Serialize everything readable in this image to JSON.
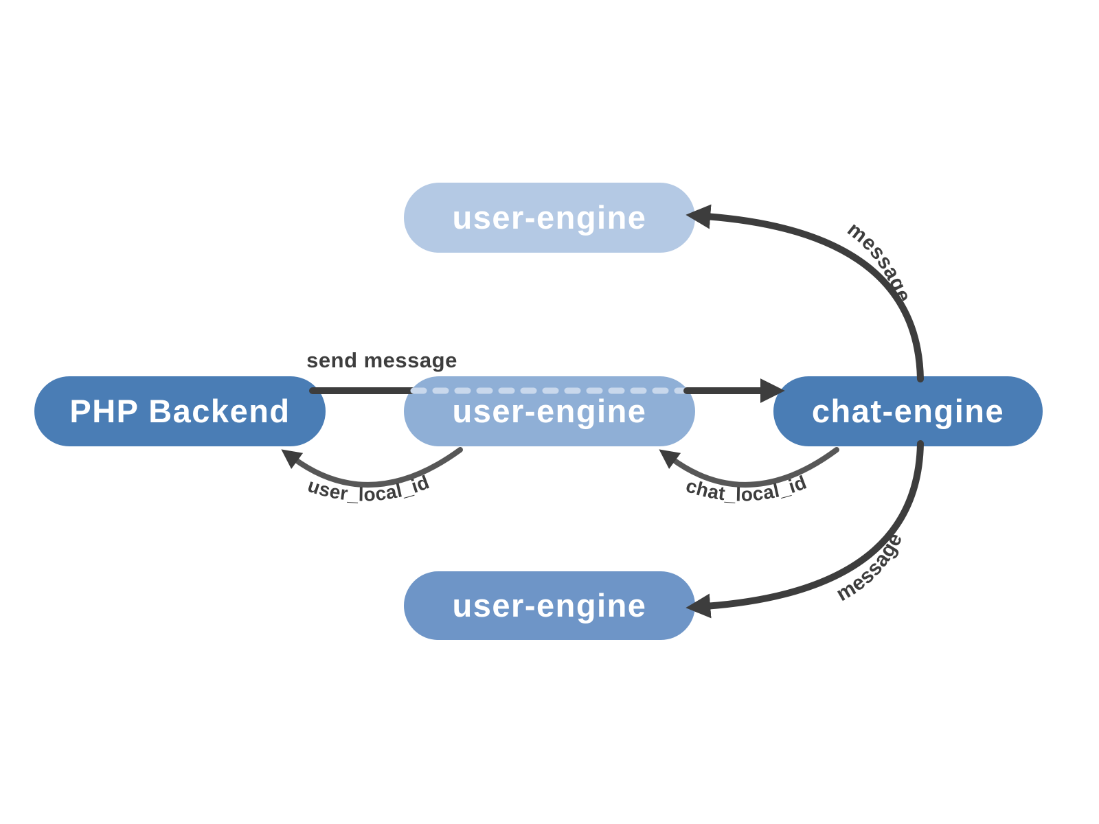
{
  "diagram": {
    "background": "#ffffff",
    "colors": {
      "arrow_dark": "#3d3d3d",
      "arrow_gray": "#575757",
      "edge_label": "#3d3d3d",
      "node_text": "#ffffff",
      "passthrough_dash": "#c9d8ec"
    },
    "nodes": {
      "php_backend": {
        "label": "PHP Backend",
        "color": "#4a7db5"
      },
      "user_engine_top": {
        "label": "user-engine",
        "color": "#b4c9e4"
      },
      "user_engine_mid": {
        "label": "user-engine",
        "color": "#8fafd6"
      },
      "user_engine_bottom": {
        "label": "user-engine",
        "color": "#6e95c7"
      },
      "chat_engine": {
        "label": "chat-engine",
        "color": "#4a7db5"
      }
    },
    "edges": {
      "send_message": {
        "label": "send message",
        "from": "php_backend",
        "to": "chat_engine"
      },
      "message_top": {
        "label": "message",
        "from": "chat_engine",
        "to": "user_engine_top"
      },
      "message_bottom": {
        "label": "message",
        "from": "chat_engine",
        "to": "user_engine_bottom"
      },
      "user_local_id": {
        "label": "user_local_id",
        "from": "user_engine_mid",
        "to": "php_backend"
      },
      "chat_local_id": {
        "label": "chat_local_id",
        "from": "chat_engine",
        "to": "user_engine_mid"
      }
    }
  }
}
